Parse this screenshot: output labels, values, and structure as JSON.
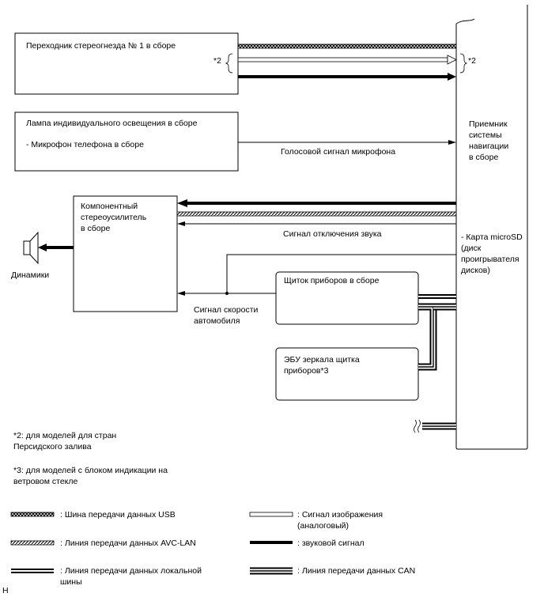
{
  "blocks": {
    "stereo_jack": "Переходник стереогнезда № 1 в сборе",
    "lamp_l1": "Лампа индивидуального освещения в сборе",
    "lamp_l2": "- Микрофон телефона в сборе",
    "amp_l1": "Компонентный",
    "amp_l2": "стереоусилитель",
    "amp_l3": "в сборе",
    "speakers": "Динамики",
    "cluster": "Щиток приборов в сборе",
    "mirror_l1": "ЭБУ зеркала щитка",
    "mirror_l2": "приборов*3",
    "nav_l1": "Приемник",
    "nav_l2": "системы",
    "nav_l3": "навигации",
    "nav_l4": "в сборе",
    "sd_l1": "- Карта microSD",
    "sd_l2": "(диск",
    "sd_l3": "проигрывателя",
    "sd_l4": "дисков)"
  },
  "signals": {
    "mic": "Голосовой сигнал микрофона",
    "mute": "Сигнал отключения звука",
    "speed_l1": "Сигнал скорости",
    "speed_l2": "автомобиля",
    "star2_left": "*2",
    "star2_right": "*2"
  },
  "notes": {
    "n2_l1": "*2: для моделей для стран",
    "n2_l2": "Персидского залива",
    "n3_l1": "*3: для моделей с блоком индикации на",
    "n3_l2": "ветровом стекле"
  },
  "legend": {
    "usb": ": Шина передачи данных USB",
    "video_l1": ": Сигнал изображения",
    "video_l2": "(аналоговый)",
    "avc": ": Линия передачи данных AVC-LAN",
    "audio": ": звуковой сигнал",
    "lin_l1": ": Линия передачи данных локальной",
    "lin_l2": "шины",
    "can": ": Линия передачи данных CAN"
  },
  "footer": "H"
}
